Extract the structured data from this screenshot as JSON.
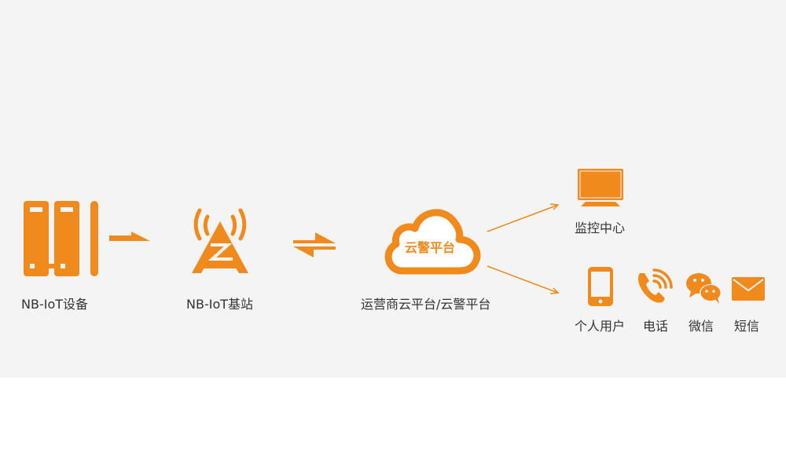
{
  "colors": {
    "accent": "#f08a1c",
    "background_band": "#f4f4f4",
    "page": "#ffffff",
    "text": "#333333"
  },
  "nodes": {
    "device": {
      "label": "NB-IoT设备",
      "icon": "server-icon"
    },
    "base_station": {
      "label": "NB-IoT基站",
      "icon": "antenna-tower-icon"
    },
    "cloud": {
      "label": "运营商云平台/云警平台",
      "inner_label": "云警平台",
      "icon": "cloud-icon"
    },
    "monitor": {
      "label": "监控中心",
      "icon": "monitor-icon"
    },
    "user": {
      "label": "个人用户",
      "icon": "smartphone-icon"
    },
    "phone": {
      "label": "电话",
      "icon": "phone-call-icon"
    },
    "wechat": {
      "label": "微信",
      "icon": "wechat-icon"
    },
    "sms": {
      "label": "短信",
      "icon": "envelope-icon"
    }
  },
  "connectors": [
    {
      "from": "device",
      "to": "base_station",
      "type": "one-way-arrow"
    },
    {
      "from": "base_station",
      "to": "cloud",
      "type": "two-way-arrow"
    },
    {
      "from": "cloud",
      "to": "monitor",
      "type": "line-arrow"
    },
    {
      "from": "cloud",
      "to": "user",
      "type": "line-arrow"
    }
  ]
}
